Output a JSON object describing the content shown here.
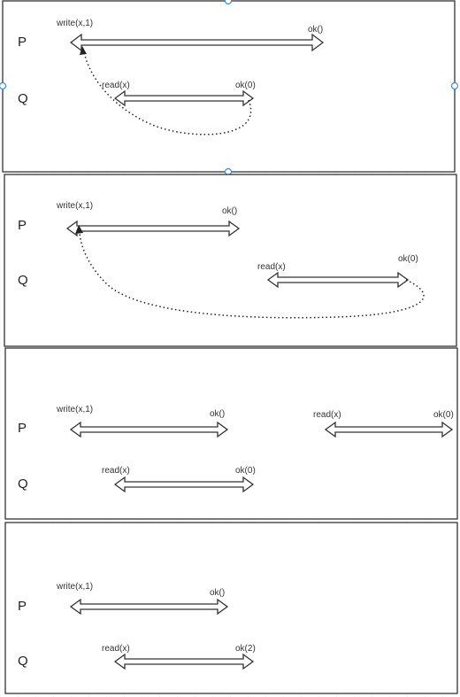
{
  "panels": [
    {
      "rows": [
        {
          "process": "P",
          "ops": [
            {
              "call": "write(x,1)",
              "ret": "ok()"
            }
          ]
        },
        {
          "process": "Q",
          "ops": [
            {
              "call": "read(x)",
              "ret": "ok(0)"
            }
          ]
        }
      ],
      "dotted_link": true
    },
    {
      "rows": [
        {
          "process": "P",
          "ops": [
            {
              "call": "write(x,1)",
              "ret": "ok()"
            }
          ]
        },
        {
          "process": "Q",
          "ops": [
            {
              "call": "read(x)",
              "ret": "ok(0)"
            }
          ]
        }
      ],
      "dotted_link": true
    },
    {
      "rows": [
        {
          "process": "P",
          "ops": [
            {
              "call": "write(x,1)",
              "ret": "ok()"
            },
            {
              "call": "read(x)",
              "ret": "ok(0)"
            }
          ]
        },
        {
          "process": "Q",
          "ops": [
            {
              "call": "read(x)",
              "ret": "ok(0)"
            }
          ]
        }
      ],
      "dotted_link": false
    },
    {
      "rows": [
        {
          "process": "P",
          "ops": [
            {
              "call": "write(x,1)",
              "ret": "ok()"
            }
          ]
        },
        {
          "process": "Q",
          "ops": [
            {
              "call": "read(x)",
              "ret": "ok(2)"
            }
          ]
        }
      ],
      "dotted_link": false
    }
  ],
  "colors": {
    "line": "#333333",
    "selection": "#3b8fd9"
  }
}
